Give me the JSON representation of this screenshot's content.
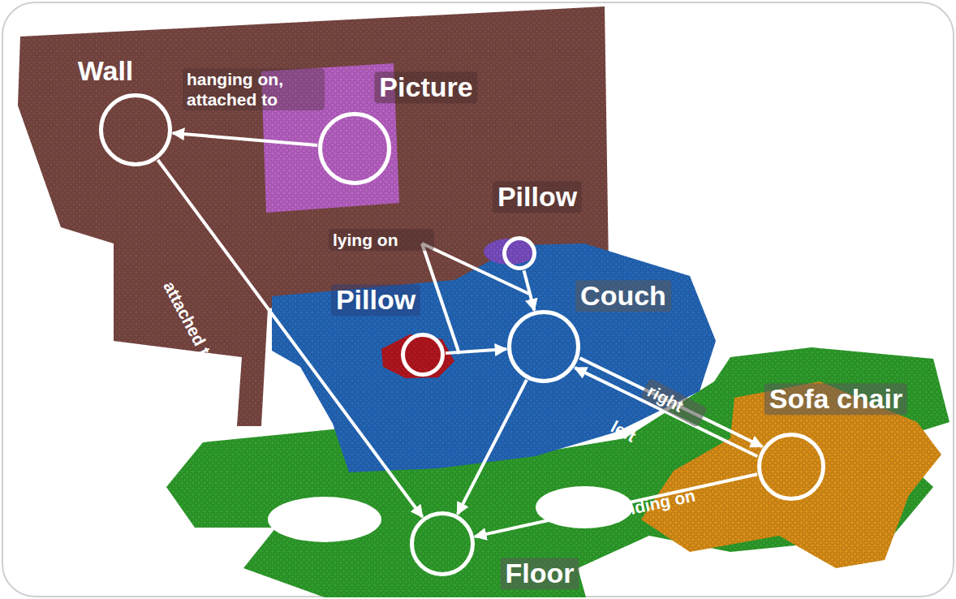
{
  "diagram": {
    "nodes": [
      {
        "text": [
          "Wall"
        ]
      },
      {
        "text": [
          "Picture"
        ]
      },
      {
        "text": [
          "Pillow"
        ]
      },
      {
        "text": [
          "Couch"
        ]
      },
      {
        "text": [
          "Pillow"
        ]
      },
      {
        "text": [
          "Sofa chair"
        ]
      },
      {
        "text": [
          "Floor"
        ]
      }
    ],
    "edges": [
      {
        "from": 1,
        "to": 0,
        "label": "hanging on, attached to",
        "arrow": "to"
      },
      {
        "from": 0,
        "to": 6,
        "label": "attached to",
        "arrow": "to"
      },
      {
        "from": 2,
        "to": 3,
        "label": "lying on",
        "arrow": "to"
      },
      {
        "from": 4,
        "to": 3,
        "arrow": "to"
      },
      {
        "from": 3,
        "to": 6,
        "arrow": "to"
      },
      {
        "from": 3,
        "to": 5,
        "label": "right",
        "arrow": "to"
      },
      {
        "from": 5,
        "to": 3,
        "label": "left",
        "arrow": "to"
      },
      {
        "from": 5,
        "to": 6,
        "label": "standing on",
        "arrow": "to"
      }
    ]
  }
}
